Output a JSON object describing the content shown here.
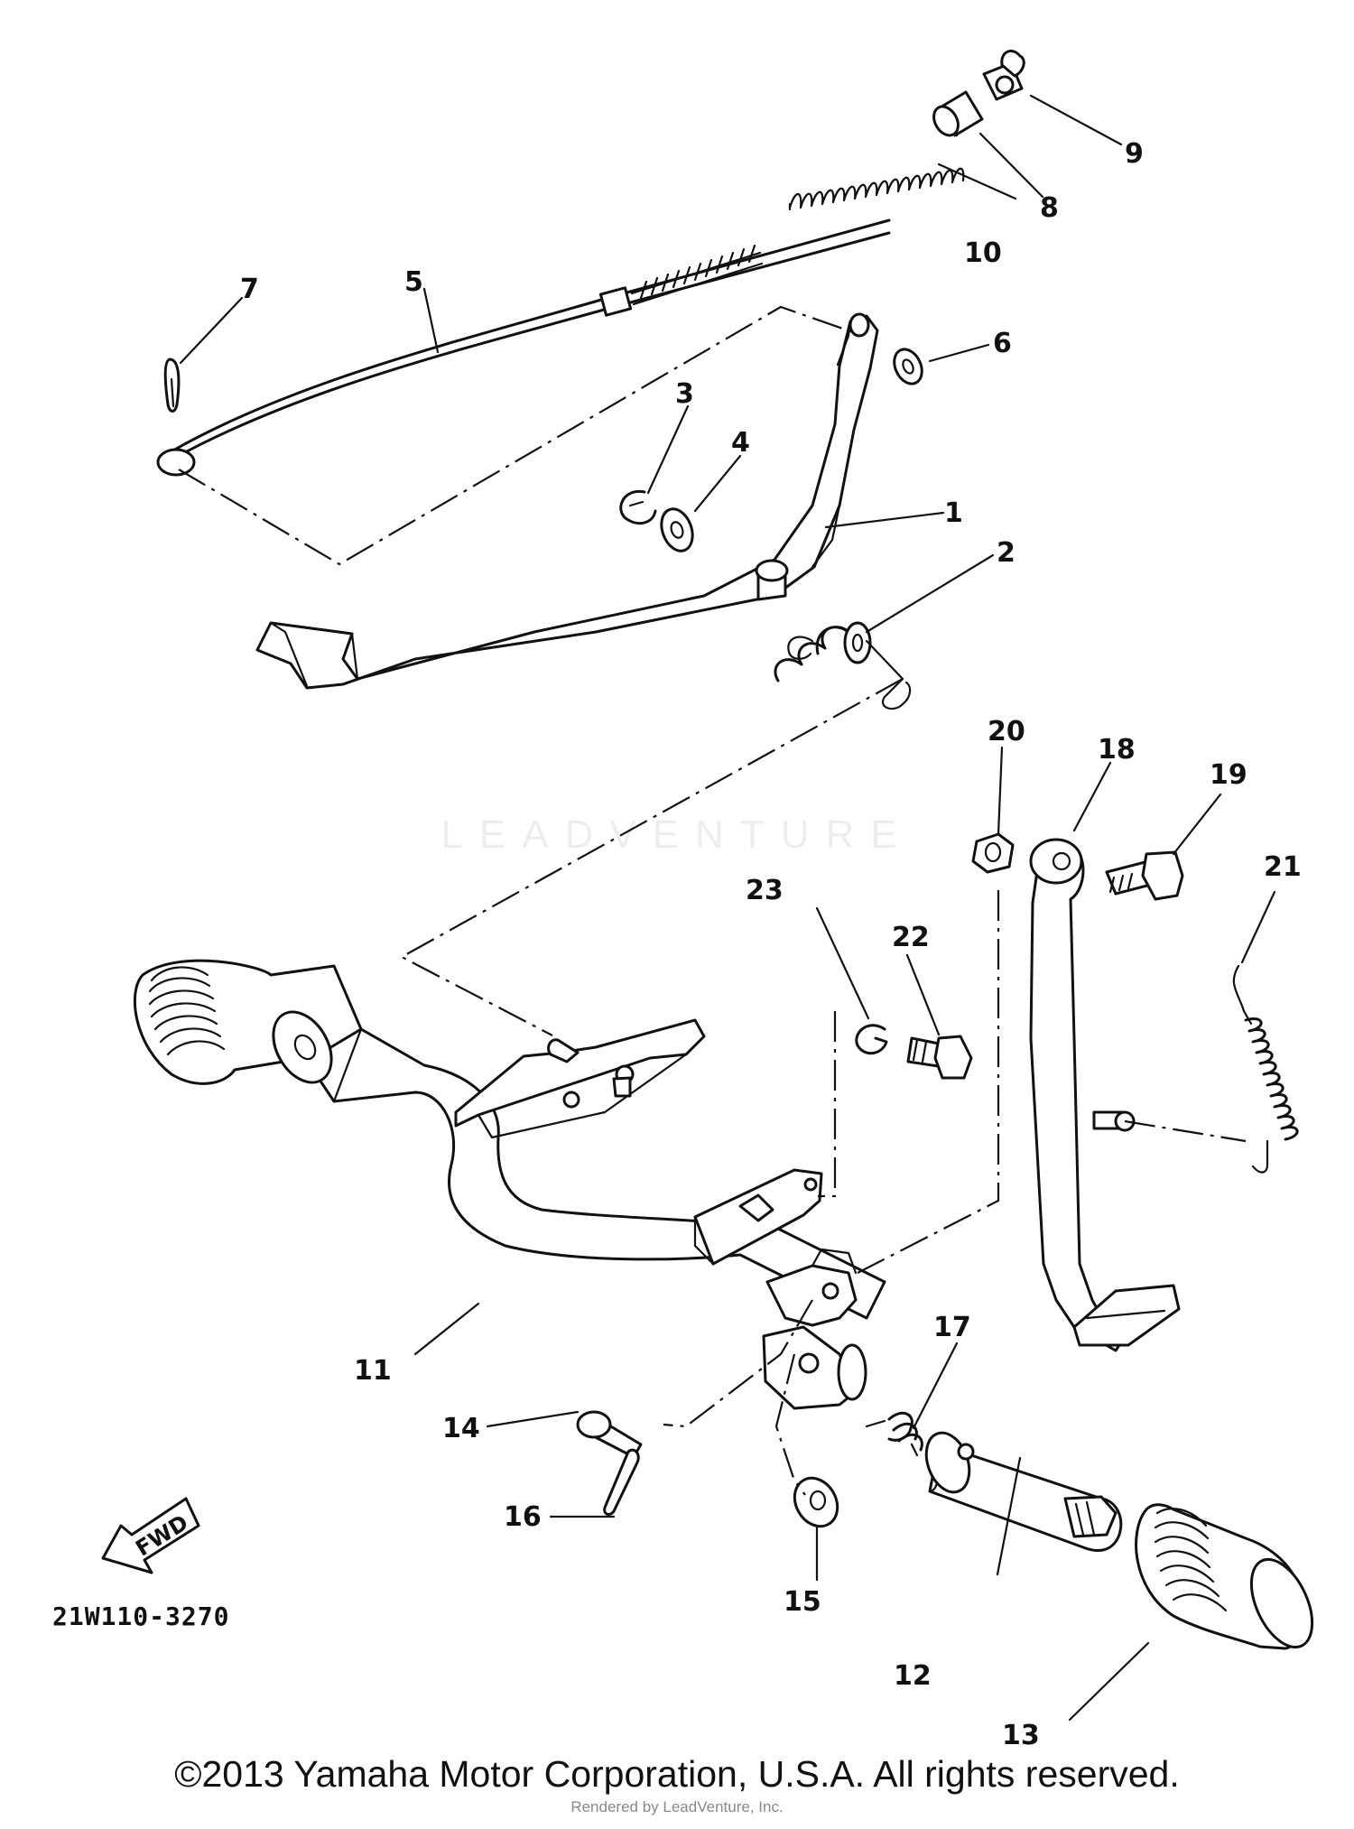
{
  "diagram_id": "21W110-3270",
  "direction_label": "FWD",
  "watermark": "LEADVENTURE",
  "copyright": "©2013 Yamaha Motor Corporation, U.S.A. All rights reserved.",
  "rendered_by": "Rendered by LeadVenture, Inc.",
  "callouts": {
    "c1": "1",
    "c2": "2",
    "c3": "3",
    "c4": "4",
    "c5": "5",
    "c6": "6",
    "c7": "7",
    "c8": "8",
    "c9": "9",
    "c10": "10",
    "c11": "11",
    "c12": "12",
    "c13": "13",
    "c14": "14",
    "c15": "15",
    "c16": "16",
    "c17": "17",
    "c18": "18",
    "c19": "19",
    "c20": "20",
    "c21": "21",
    "c22": "22",
    "c23": "23"
  }
}
